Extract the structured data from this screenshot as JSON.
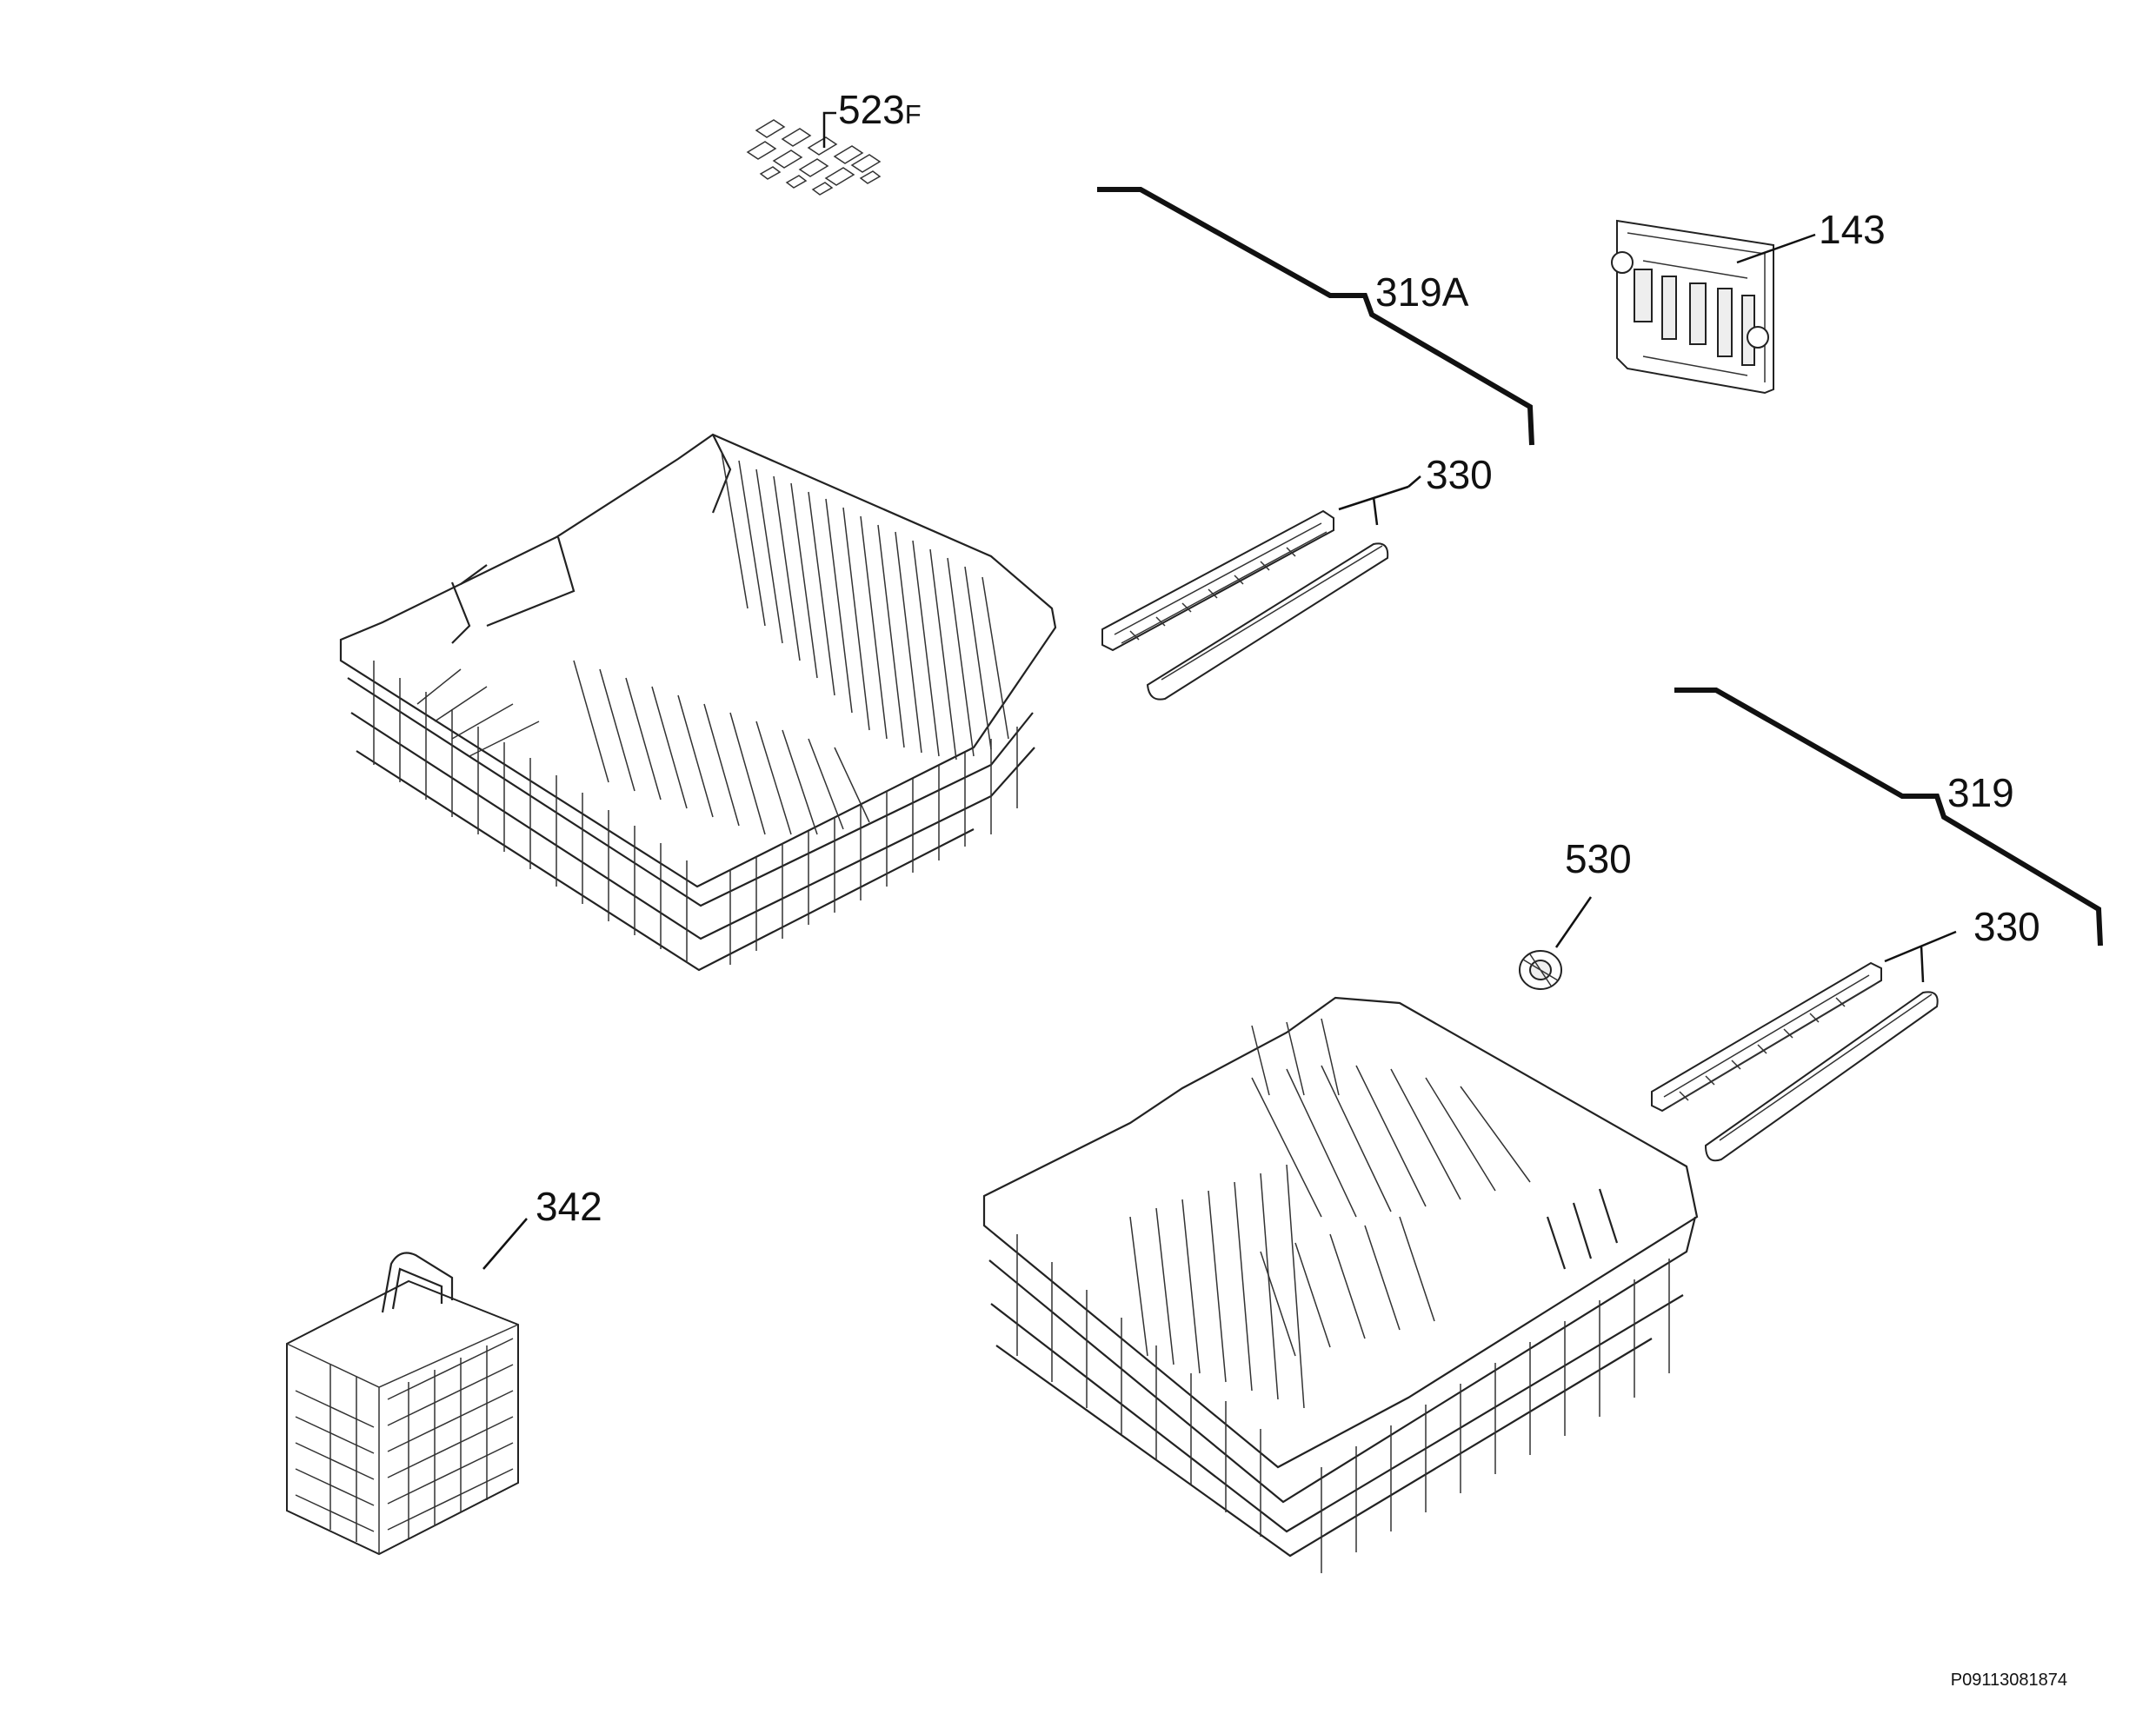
{
  "parts": [
    {
      "ref": "523F",
      "main": "523",
      "suffix": "F"
    },
    {
      "ref": "319A",
      "main": "319A",
      "suffix": ""
    },
    {
      "ref": "143",
      "main": "143",
      "suffix": ""
    },
    {
      "ref": "330",
      "main": "330",
      "suffix": ""
    },
    {
      "ref": "319",
      "main": "319",
      "suffix": ""
    },
    {
      "ref": "530",
      "main": "530",
      "suffix": ""
    },
    {
      "ref": "330",
      "main": "330",
      "suffix": ""
    },
    {
      "ref": "342",
      "main": "342",
      "suffix": ""
    }
  ],
  "drawing_code": "P09113081874"
}
